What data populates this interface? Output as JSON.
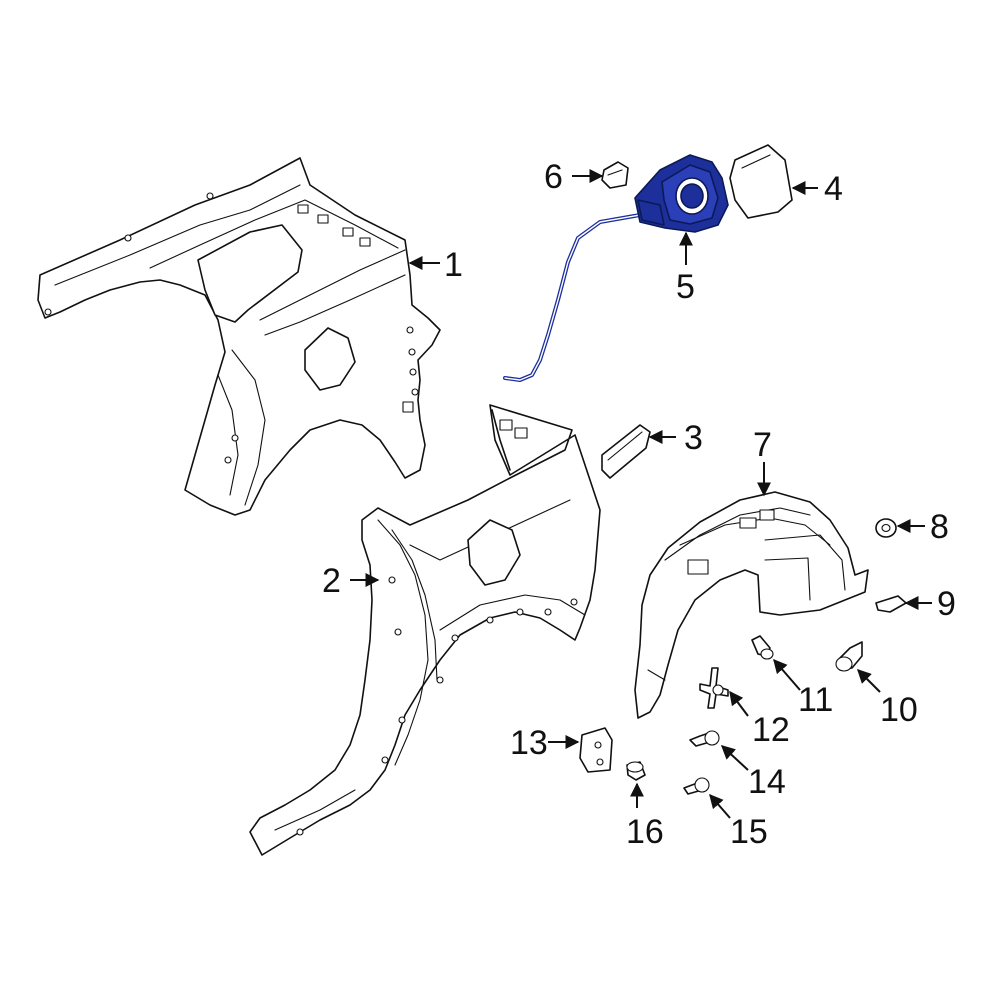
{
  "highlight_color": "#2a3fb8",
  "callouts": [
    "1",
    "2",
    "3",
    "4",
    "5",
    "6",
    "7",
    "8",
    "9",
    "10",
    "11",
    "12",
    "13",
    "14",
    "15",
    "16"
  ],
  "parts": [
    {
      "id": "1"
    },
    {
      "id": "2"
    },
    {
      "id": "3"
    },
    {
      "id": "4"
    },
    {
      "id": "5",
      "highlighted": true
    },
    {
      "id": "6"
    },
    {
      "id": "7"
    },
    {
      "id": "8"
    },
    {
      "id": "9"
    },
    {
      "id": "10"
    },
    {
      "id": "11"
    },
    {
      "id": "12"
    },
    {
      "id": "13"
    },
    {
      "id": "14"
    },
    {
      "id": "15"
    },
    {
      "id": "16"
    }
  ]
}
